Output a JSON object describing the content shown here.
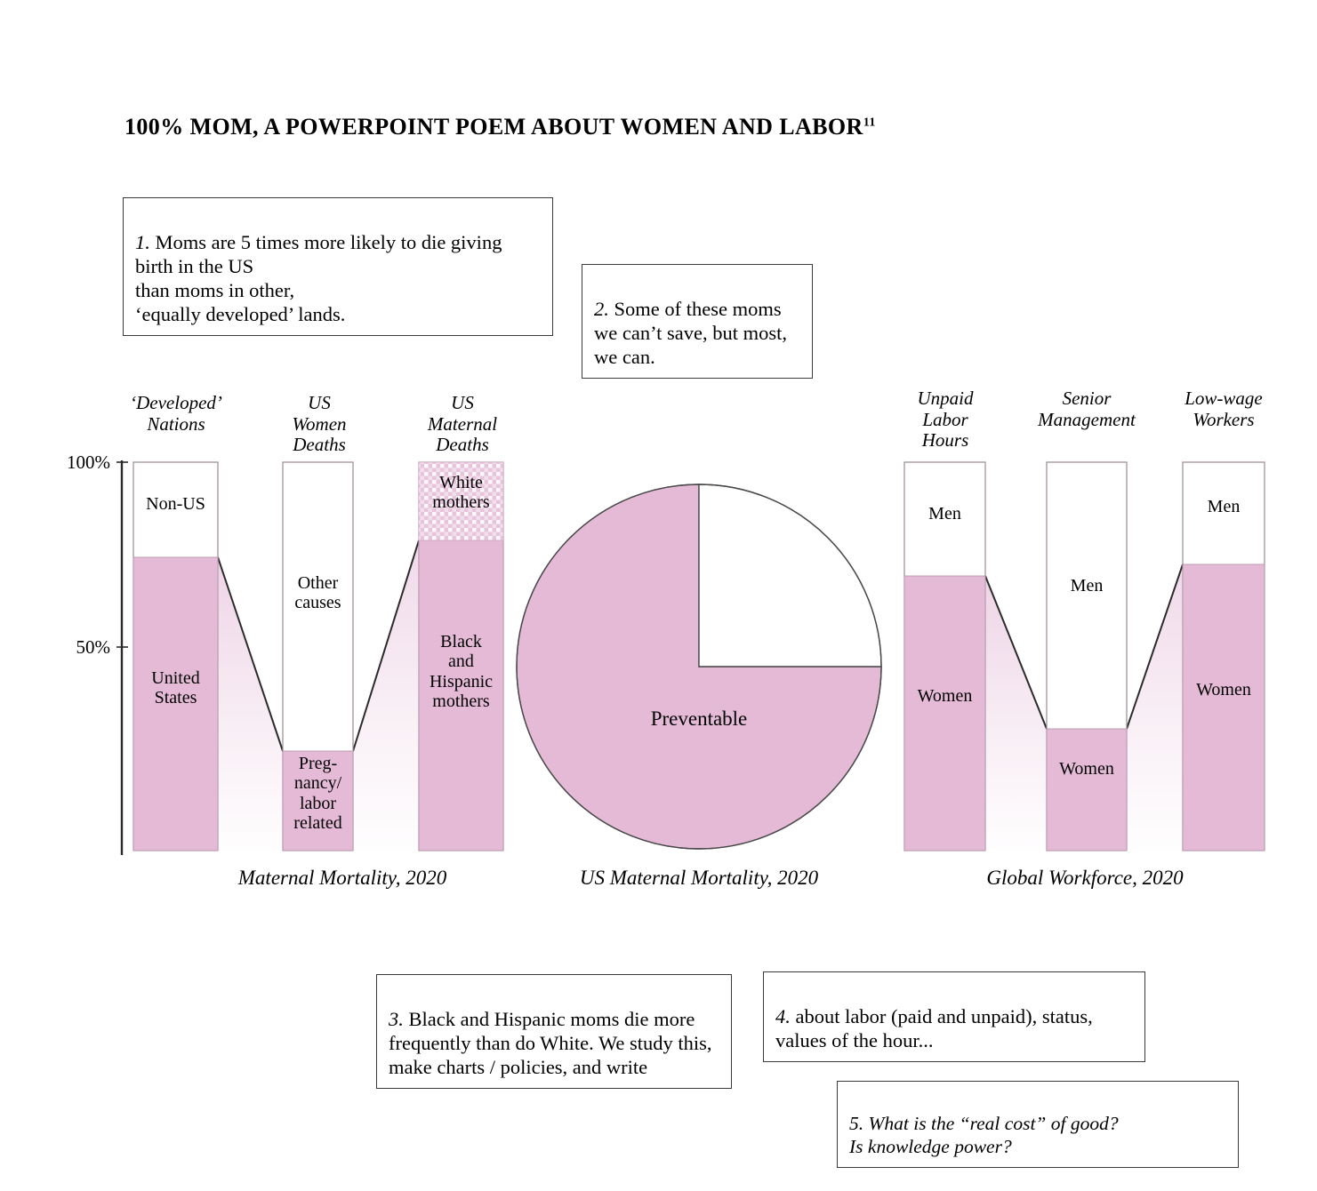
{
  "title": {
    "text": "100% MOM, A POWERPOINT POEM ABOUT WOMEN AND LABOR",
    "superscript": "11"
  },
  "notes": [
    {
      "id": "note-1",
      "num": "1.",
      "text": " Moms are 5 times more likely to die giving birth in the US\nthan moms in other,\n‘equally developed’ lands."
    },
    {
      "id": "note-2",
      "num": "2.",
      "text": " Some of these moms we can’t save, but most, we can."
    },
    {
      "id": "note-3",
      "num": "3.",
      "text": " Black and Hispanic moms die more frequently than do White. We study this, make charts / policies, and write"
    },
    {
      "id": "note-4",
      "num": "4.",
      "text": " about labor (paid and unpaid), status, values of the hour..."
    },
    {
      "id": "note-5",
      "num": "5.",
      "text": " What is the “real cost” of good?\nIs knowledge power?"
    }
  ],
  "axis": {
    "ticks": [
      "100%",
      "50%"
    ]
  },
  "captions": {
    "left": "Maternal Mortality, 2020",
    "middle": "US Maternal Mortality, 2020",
    "right": "Global Workforce, 2020"
  },
  "colors": {
    "pink": "#e4bad7",
    "pink_dot": "#eccbe0",
    "outline": "#9a8a94",
    "ink": "#2b2b2b"
  },
  "chart_data": [
    {
      "type": "bar",
      "title": "Maternal Mortality, 2020",
      "ylabel": "",
      "ylim": [
        0,
        100
      ],
      "ticks": [
        100,
        50
      ],
      "stacked": true,
      "categories": [
        "'Developed'\nNations",
        "US\nWomen\nDeaths",
        "US\nMaternal\nDeaths"
      ],
      "bars": [
        {
          "category": "'Developed'\nNations",
          "segments": [
            {
              "label": "Non-US",
              "value": 25,
              "fill": "white"
            },
            {
              "label": "United\nStates",
              "value": 75,
              "fill": "pink"
            }
          ]
        },
        {
          "category": "US\nWomen\nDeaths",
          "segments": [
            {
              "label": "Other\ncauses",
              "value": 74,
              "fill": "white"
            },
            {
              "label": "Preg-\nnancy/\nlabor\nrelated",
              "value": 26,
              "fill": "pink"
            }
          ]
        },
        {
          "category": "US\nMaternal\nDeaths",
          "segments": [
            {
              "label": "White\nmothers",
              "value": 20,
              "fill": "pink-dotted"
            },
            {
              "label": "Black\nand\nHispanic\nmothers",
              "value": 80,
              "fill": "pink"
            }
          ]
        }
      ]
    },
    {
      "type": "pie",
      "title": "US Maternal Mortality, 2020",
      "slices": [
        {
          "label": "Preventable",
          "value": 75,
          "fill": "pink"
        },
        {
          "label": "",
          "value": 25,
          "fill": "white"
        }
      ]
    },
    {
      "type": "bar",
      "title": "Global Workforce, 2020",
      "ylim": [
        0,
        100
      ],
      "stacked": true,
      "categories": [
        "Unpaid\nLabor\nHours",
        "Senior\nManagement",
        "Low-wage\nWorkers"
      ],
      "bars": [
        {
          "category": "Unpaid\nLabor\nHours",
          "segments": [
            {
              "label": "Men",
              "value": 28,
              "fill": "white"
            },
            {
              "label": "Women",
              "value": 72,
              "fill": "pink"
            }
          ]
        },
        {
          "category": "Senior\nManagement",
          "segments": [
            {
              "label": "Men",
              "value": 72,
              "fill": "white"
            },
            {
              "label": "Women",
              "value": 28,
              "fill": "pink"
            }
          ]
        },
        {
          "category": "Low-wage\nWorkers",
          "segments": [
            {
              "label": "Men",
              "value": 23,
              "fill": "white"
            },
            {
              "label": "Women",
              "value": 77,
              "fill": "pink"
            }
          ]
        }
      ]
    }
  ],
  "headers": {
    "left": [
      "‘Developed’\nNations",
      "US\nWomen\nDeaths",
      "US\nMaternal\nDeaths"
    ],
    "right": [
      "Unpaid\nLabor\nHours",
      "Senior\nManagement",
      "Low-wage\nWorkers"
    ]
  },
  "segment_labels": {
    "b1_top": "Non-US",
    "b1_bot": "United\nStates",
    "b2_top": "Other\ncauses",
    "b2_bot": "Preg-\nnancy/\nlabor\nrelated",
    "b3_top": "White\nmothers",
    "b3_bot": "Black\nand\nHispanic\nmothers",
    "pie": "Preventable",
    "b4_top": "Men",
    "b4_bot": "Women",
    "b5_top": "Men",
    "b5_bot": "Women",
    "b6_top": "Men",
    "b6_bot": "Women"
  }
}
